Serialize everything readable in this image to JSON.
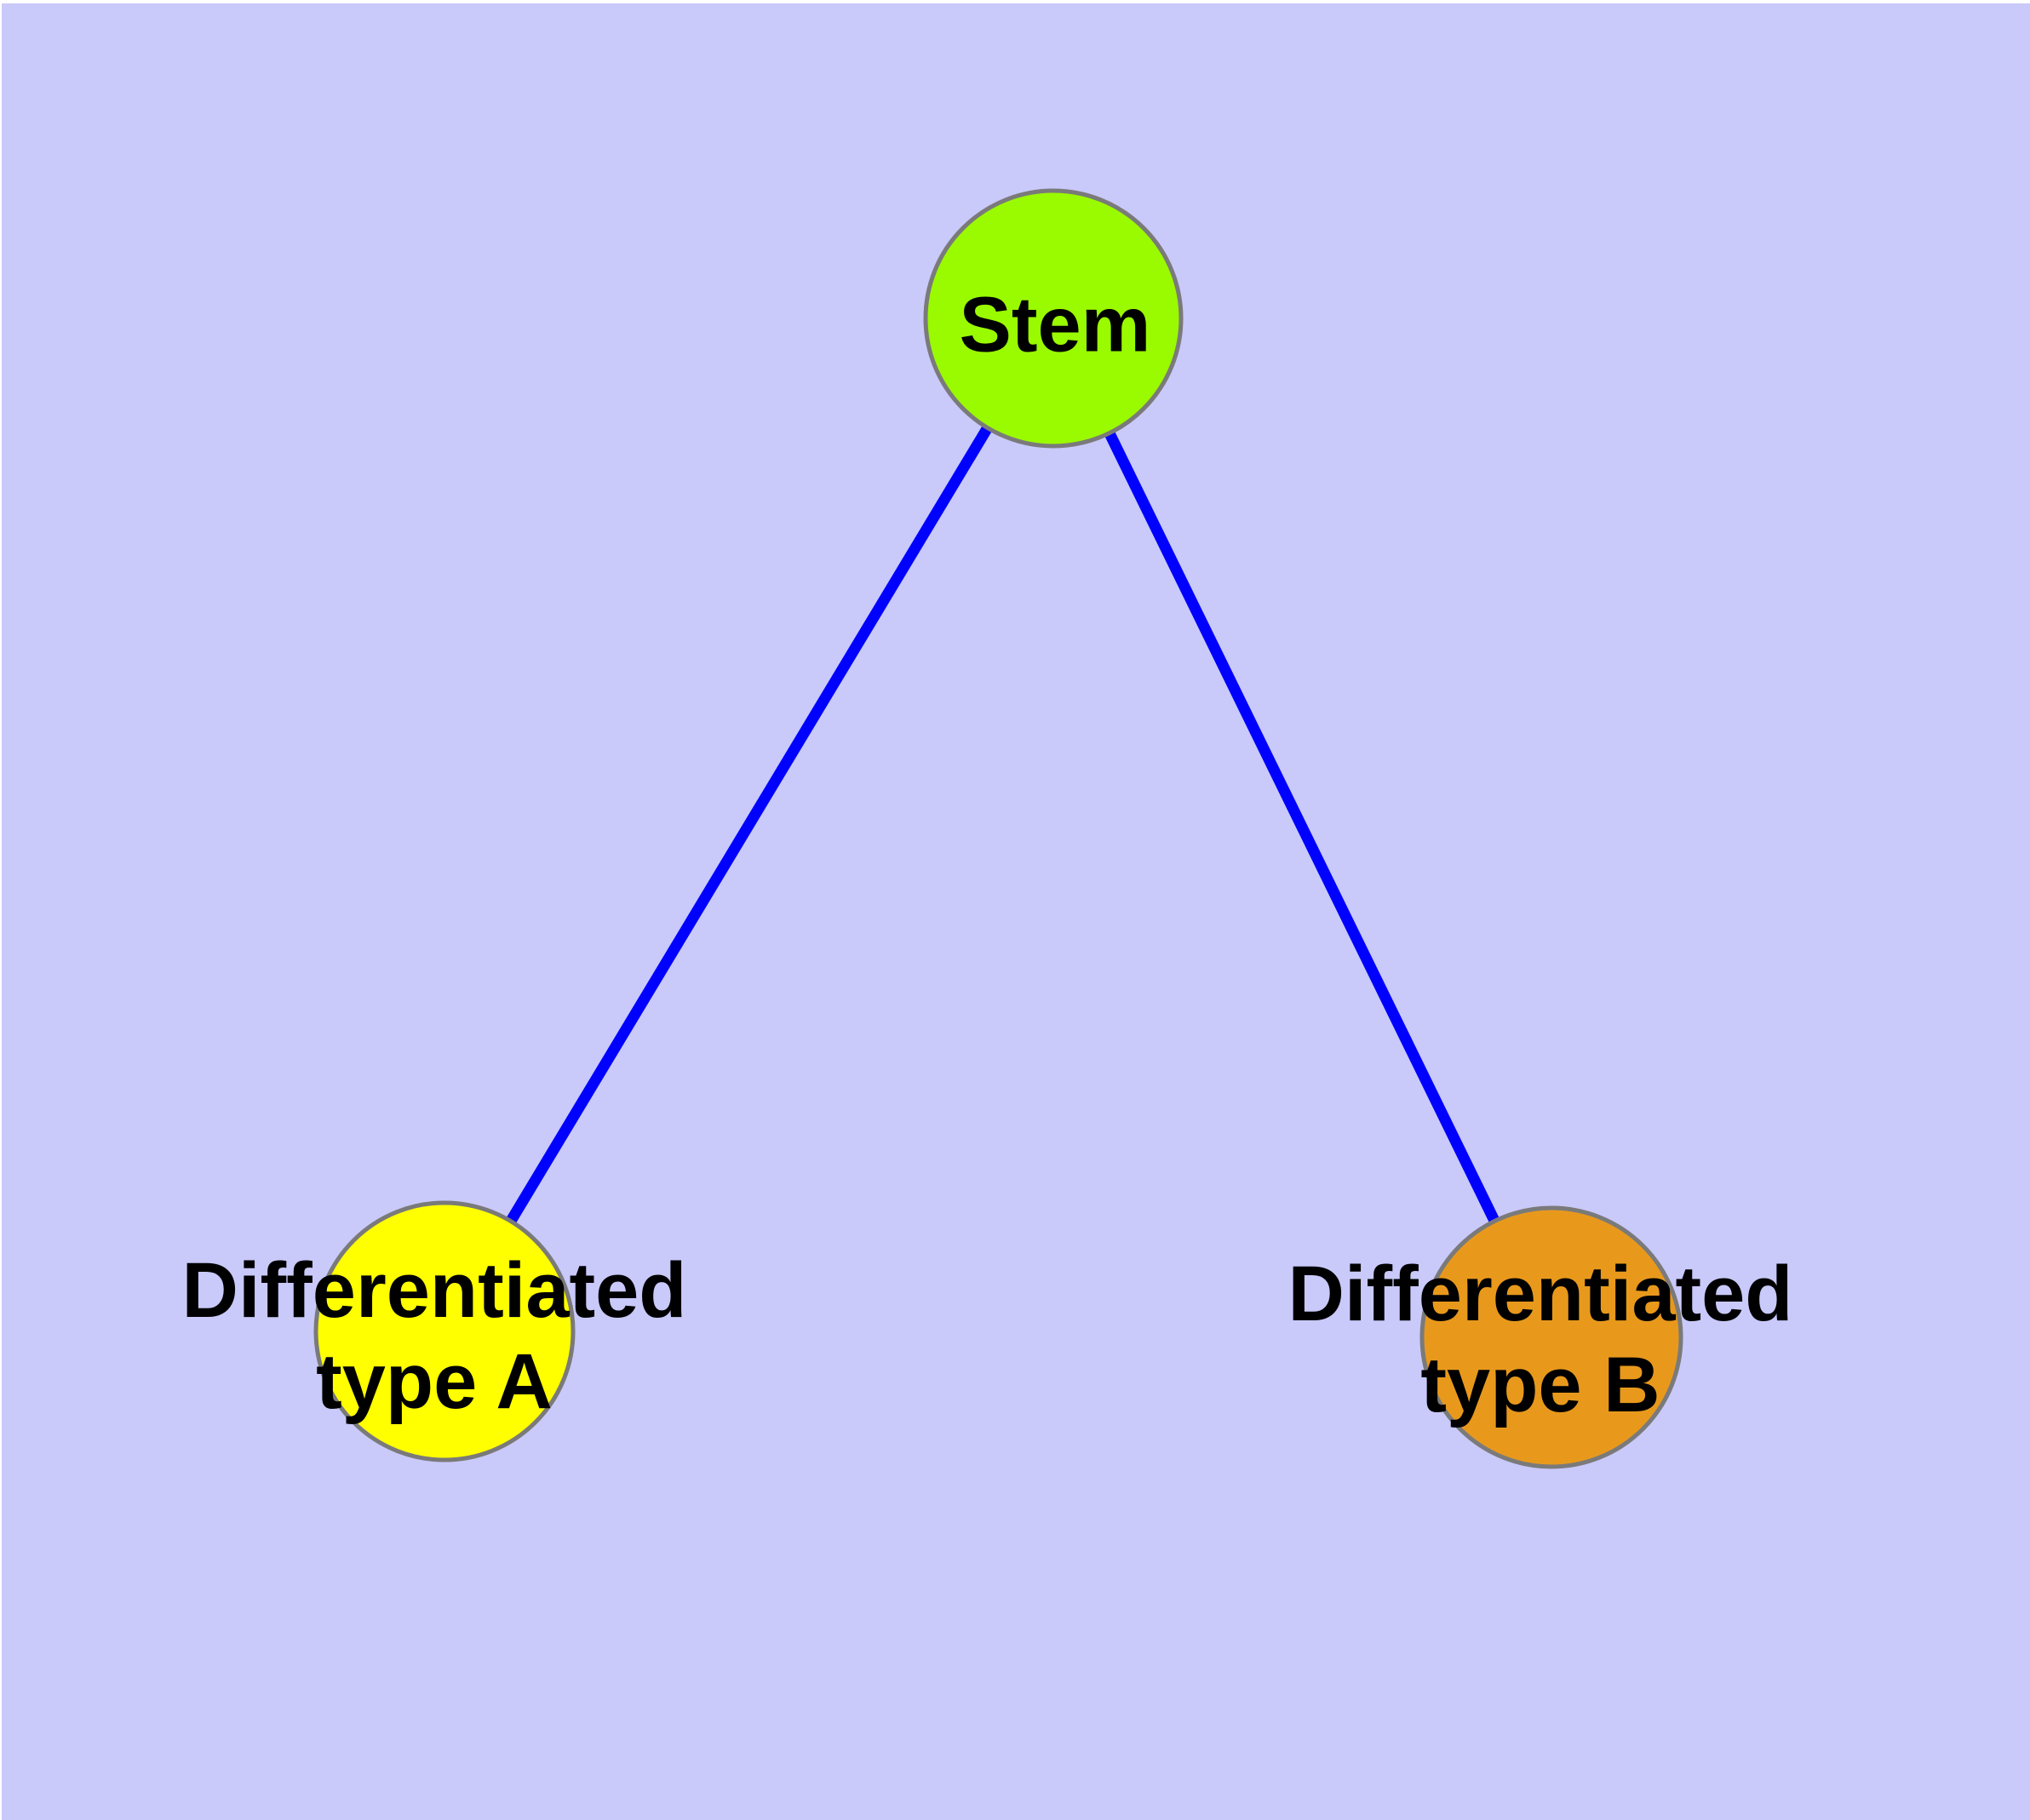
{
  "figure": {
    "type": "graph-diagram",
    "background_color": "#C9C9FA",
    "margin_color": "#FFFFFF",
    "edge_color": "#0000FF",
    "node_border_color": "#7A7A7A",
    "text_color": "#000000",
    "nodes": [
      {
        "id": "stem",
        "label": "Stem",
        "fill": "#9AFA00"
      },
      {
        "id": "differentiated-type-a",
        "label": "Differentiated\ntype A",
        "fill": "#FFFF00"
      },
      {
        "id": "differentiated-type-b",
        "label": "Differentiated\ntype B",
        "fill": "#E8991C"
      }
    ],
    "edges": [
      {
        "from": "Stem",
        "to": "Differentiated type A"
      },
      {
        "from": "Stem",
        "to": "Differentiated type B"
      }
    ]
  }
}
